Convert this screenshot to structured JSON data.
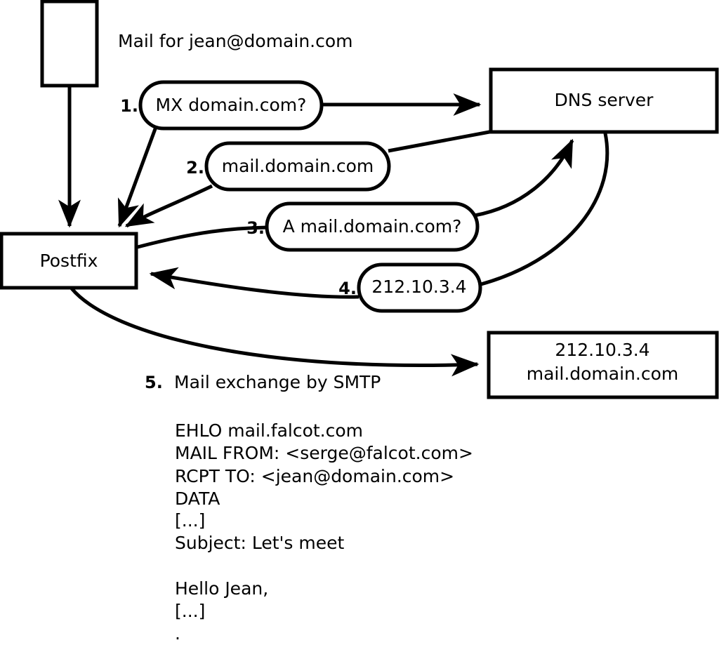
{
  "diagram": {
    "title_note": "Mail for jean@domain.com",
    "nodes": {
      "sender_box": {
        "label": ""
      },
      "postfix": {
        "label": "Postfix"
      },
      "dns_server": {
        "label": "DNS server"
      },
      "mail_server": {
        "line1": "212.10.3.4",
        "line2": "mail.domain.com"
      }
    },
    "steps": [
      {
        "num": "1.",
        "label": "MX domain.com?"
      },
      {
        "num": "2.",
        "label": "mail.domain.com"
      },
      {
        "num": "3.",
        "label": "A mail.domain.com?"
      },
      {
        "num": "4.",
        "label": "212.10.3.4"
      }
    ],
    "step5": {
      "num": "5.",
      "label": "Mail exchange by SMTP"
    },
    "transcript": [
      "EHLO mail.falcot.com",
      "MAIL FROM: <serge@falcot.com>",
      "RCPT TO: <jean@domain.com>",
      "DATA",
      "[...]",
      "Subject: Let's meet",
      "",
      "Hello Jean,",
      "[...]",
      "."
    ],
    "colors": {
      "stroke": "#000000",
      "fill": "#ffffff",
      "text": "#000000"
    }
  }
}
